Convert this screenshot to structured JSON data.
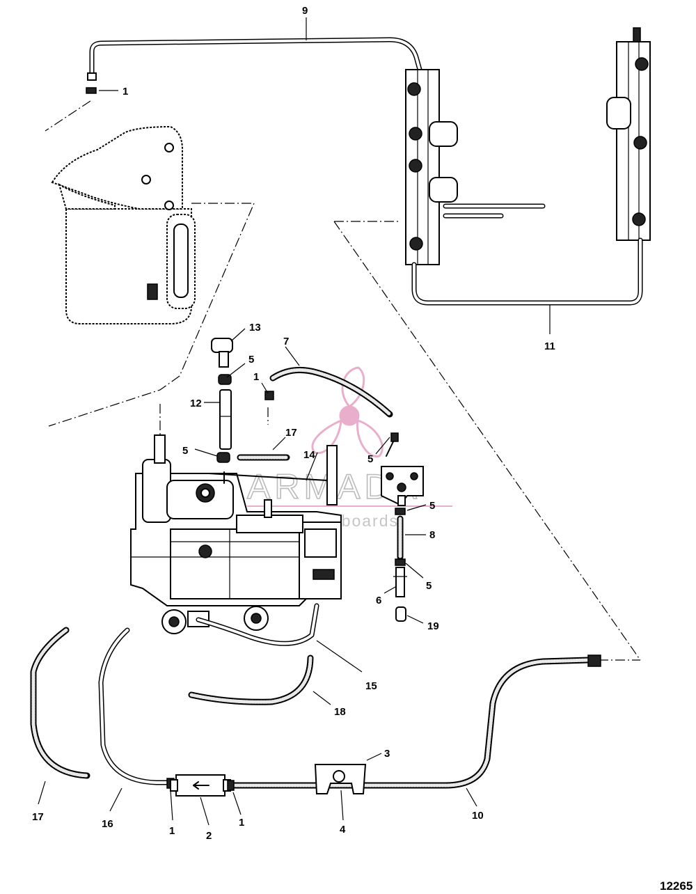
{
  "figure_number": "12265",
  "watermark": {
    "brand": "ARMADA",
    "tagline": "marine outboards",
    "accent_color": "#e8a6c8"
  },
  "callouts": [
    "9",
    "1",
    "13",
    "7",
    "5",
    "1",
    "12",
    "17",
    "5",
    "14",
    "5",
    "5",
    "8",
    "5",
    "6",
    "19",
    "11",
    "15",
    "18",
    "3",
    "17",
    "16",
    "1",
    "2",
    "1",
    "4",
    "10"
  ]
}
